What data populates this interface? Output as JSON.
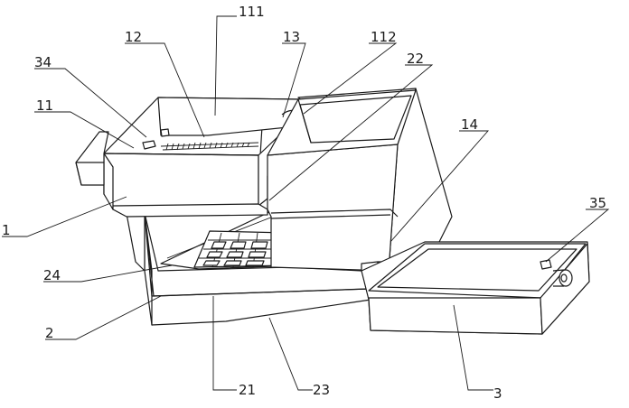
{
  "labels": {
    "l111": "111",
    "l12": "12",
    "l13": "13",
    "l112": "112",
    "l34": "34",
    "l22": "22",
    "l11": "11",
    "l14": "14",
    "l35": "35",
    "l1": "1",
    "l24": "24",
    "l2": "2",
    "l21": "21",
    "l23": "23",
    "l3": "3"
  },
  "colors": {
    "line": "#1a1a1a",
    "background": "#ffffff"
  }
}
